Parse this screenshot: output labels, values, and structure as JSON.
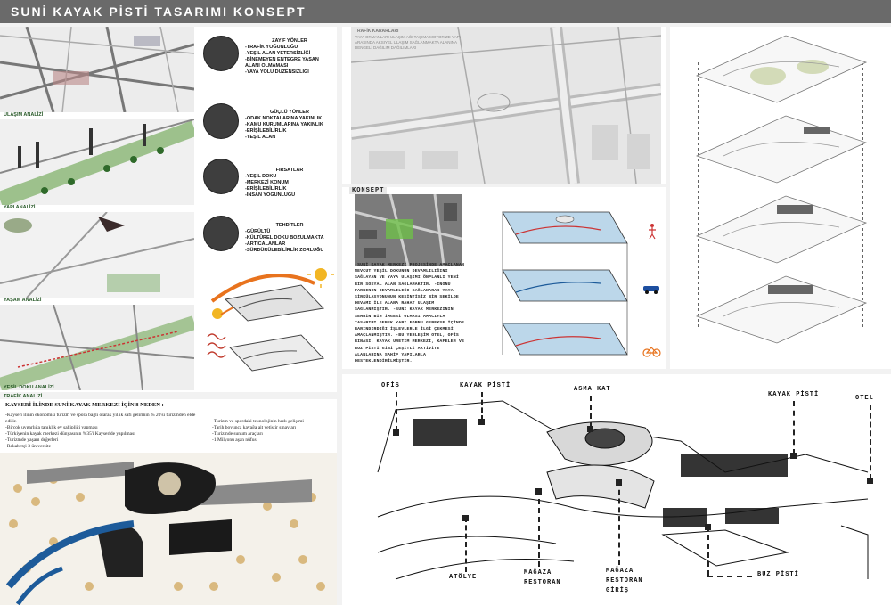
{
  "title": "SUNİ KAYAK PİSTİ TASARIMI KONSEPT",
  "left_column": {
    "map_labels": [
      "ULAŞIM ANALİZİ",
      "YAPI ANALİZİ",
      "YAŞAM ANALİZİ",
      "YEŞİL DOKU ANALİZİ",
      "TRAFİK ANALİZİ"
    ]
  },
  "swot": [
    {
      "heading": "ZAYIF YÖNLER",
      "items": [
        "-TRAFİK YOĞUNLUĞU",
        "-YEŞİL ALAN YETERSİZLİĞİ",
        "-BİNEMEYEN ENTEGRE YAŞAN ALANI OLMAMASI",
        "-YAYA YOLU DÜZENSİZLİĞİ"
      ]
    },
    {
      "heading": "GÜÇLÜ YÖNLER",
      "items": [
        "-ODAK NOKTALARINA YAKINLIK",
        "-KAMU KURUMLARINA YAKINLIK",
        "-ERİŞİLEBİLİRLİK",
        "-YEŞİL ALAN"
      ]
    },
    {
      "heading": "FIRSATLAR",
      "items": [
        "-YEŞİL DOKU",
        "-MERKEZİ KONUM",
        "-ERİŞİLEBİLİRLİK",
        "-İNSAN YOĞUNLUĞU"
      ]
    },
    {
      "heading": "TEHDİTLER",
      "items": [
        "-GÜRÜLTÜ",
        "-KÜLTÜREL DOKU BOZULMAKTA",
        "-ARTICALANLAR",
        "-SÜRDÜRÜLEBİLİRLİK ZORLUĞU"
      ]
    }
  ],
  "reasons": {
    "heading": "KAYSERİ İLİNDE SUNİ KAYAK MERKEZİ İÇİN 8 NEDEN :",
    "left": [
      "-Kayseri ilinin ekonomisi turizm ve spora bağlı olarak yıllık safi gelirinin % 20'sı turizmden elde edilir.",
      "-Birçok uygarlığa tanıklık ev sahipliği yapması",
      "-Türkiyenin kayak merkezi dünyasının %35'i Kayseride yapılması",
      "-Turizmde yaşam değerleri",
      "-Rekabetçi 3 üniversite"
    ],
    "right": [
      "-Turizm ve spordaki teknolojinin hızlı gelişimi",
      "-Tarih boyunca kayağa ait yetiştir sınavları",
      "-Turizmde sunum araçları",
      "-1 Milyonu aşan nüfus"
    ]
  },
  "traffic": {
    "heading": "TRAFİK KARARLARI",
    "text": "YAYA ORMANLARI ULAŞIM AĞI TAŞIMA MOTORİZE YAPI ARASINDA AKSIYEL ULAŞIM SAĞLANMAKTA ALANINA DENGELİ DAĞILIM DAĞILIMLARI"
  },
  "concept": {
    "heading": "KONSEPT",
    "paragraph": "-SUNİ KAYAK MERKEZİ PROJESİNDE AMAÇLANAN MEVCUT YEŞİL DOKUNUN DEVAMLILIĞINI SAĞLAYAN VE YAYA ULAŞIMI ÖNPLANLI YENİ BİR SOSYAL ALAN SAĞLAMAKTIR. -İNÖNÜ PARKININ DEVAMLILIĞI SAĞLANARAK YAYA SİRKÜLASYONUNUN KESİNTİSİZ BİR ŞEKİLDE DEVAMI İLE ALANA RAHAT ULAŞIM SAĞLANMIŞTIR. -SUNİ KAYAK MERKEZİNİN ŞEHRİN BİR İMGESİ OLMASI AMACIYLA TASARIMI GEREK YAPI FORMU GEREKSE İÇİNDE BARINDIRDIĞI İŞLEVLERLE İLGİ ÇEKMESİ AMAÇLANMIŞTIR. -BU YERLEŞİM OTEL, OFİS BİNASI, KAYAK ÜRETİM MERKEZİ, KAFELER VE BUZ PİSTİ GİBİ ÇEŞİTLİ AKTİVİTE ALANLARINA SAHİP YAPILARLA DESTEKLENDİRİLMİŞTİR."
  },
  "section_labels": {
    "ofis": "OFİS",
    "kayak_pisti_1": "KAYAK PİSTİ",
    "asma_kat": "ASMA KAT",
    "kayak_pisti_2": "KAYAK PİSTİ",
    "otel": "OTEL",
    "atolye": "ATÖLYE",
    "magaza_restoran": "MAĞAZA\nRESTORAN",
    "magaza_restoran_giris": "MAĞAZA\nRESTORAN\nGİRİŞ",
    "buz_pisti": "BUZ PİSTİ"
  },
  "icons": [
    "pedestrian-icon",
    "car-icon",
    "bicycle-icon",
    "sun-icon"
  ],
  "colors": {
    "header": "#6a6a6a",
    "green": "#6fbf4a",
    "orange": "#e8731e",
    "water": "#bcd7ea"
  }
}
